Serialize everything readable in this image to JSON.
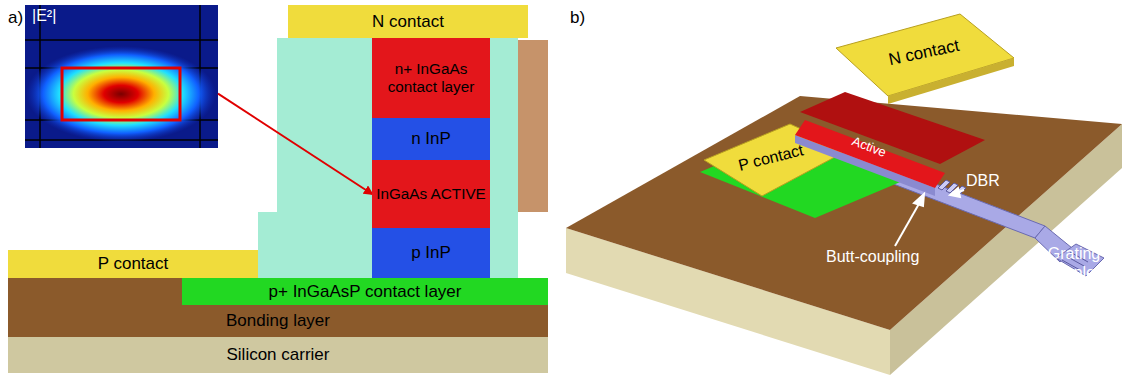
{
  "diagram": {
    "nodes": [
      {
        "text": [
          "|E²|"
        ]
      },
      {
        "text": [
          "N contact"
        ]
      },
      {
        "text": [
          "n+ InGaAs contact layer"
        ]
      },
      {
        "text": [
          "n InP"
        ]
      },
      {
        "text": [
          "InGaAs ACTIVE"
        ]
      },
      {
        "text": [
          "p InP"
        ]
      },
      {
        "text": [
          "P contact"
        ]
      },
      {
        "text": [
          "p+ InGaAsP contact layer"
        ]
      },
      {
        "text": [
          "Bonding layer"
        ]
      },
      {
        "text": [
          "Silicon carrier"
        ]
      },
      {
        "text": [
          "N contact"
        ]
      },
      {
        "text": [
          "Active"
        ]
      },
      {
        "text": [
          "P contact"
        ]
      }
    ],
    "edges": [
      {
        "from": 0,
        "to": 4,
        "arrow": "to"
      }
    ],
    "labels": [
      "a)",
      "b)",
      "DBR",
      "Butt-coupling",
      "Grating coupler"
    ]
  }
}
